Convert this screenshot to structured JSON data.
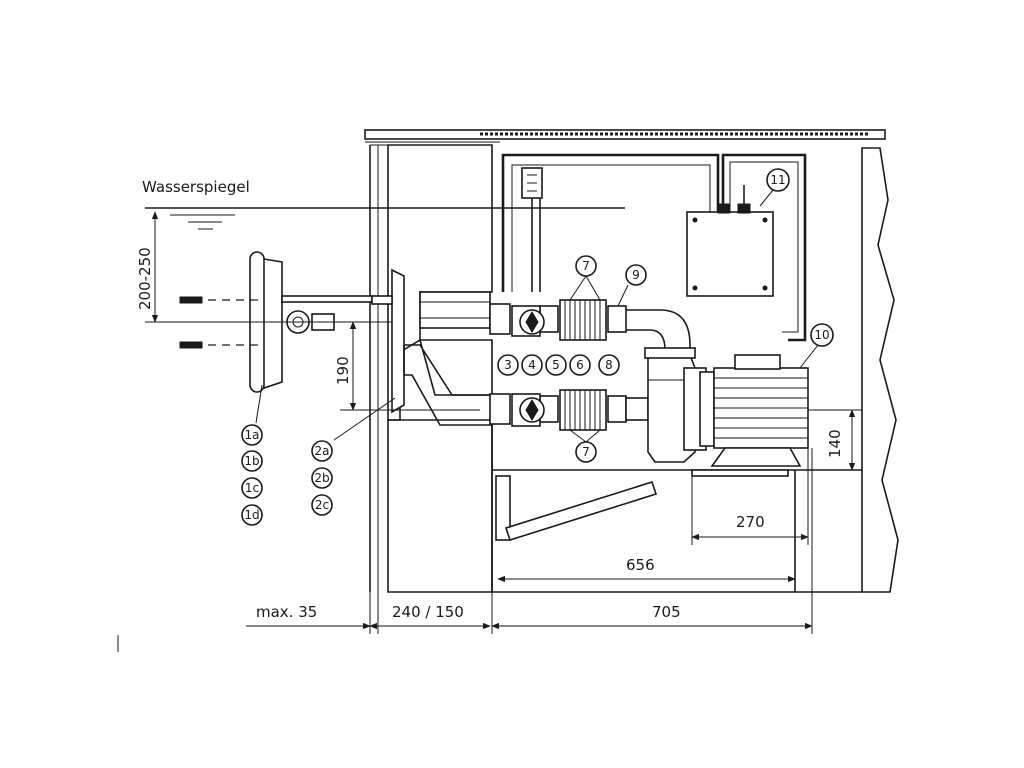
{
  "diagram": {
    "water_level_label": "Wasserspiegel",
    "dimensions": {
      "depth_range": "200-250",
      "vertical_190": "190",
      "height_140": "140",
      "len_270": "270",
      "len_656": "656",
      "max_wall": "max. 35",
      "wall_thickness": "240 / 150",
      "len_705": "705"
    },
    "callouts": {
      "c1a": "1a",
      "c1b": "1b",
      "c1c": "1c",
      "c1d": "1d",
      "c2a": "2a",
      "c2b": "2b",
      "c2c": "2c",
      "c3": "3",
      "c4": "4",
      "c5": "5",
      "c6": "6",
      "c7_top": "7",
      "c7_bottom": "7",
      "c8": "8",
      "c9": "9",
      "c10": "10",
      "c11": "11"
    }
  }
}
